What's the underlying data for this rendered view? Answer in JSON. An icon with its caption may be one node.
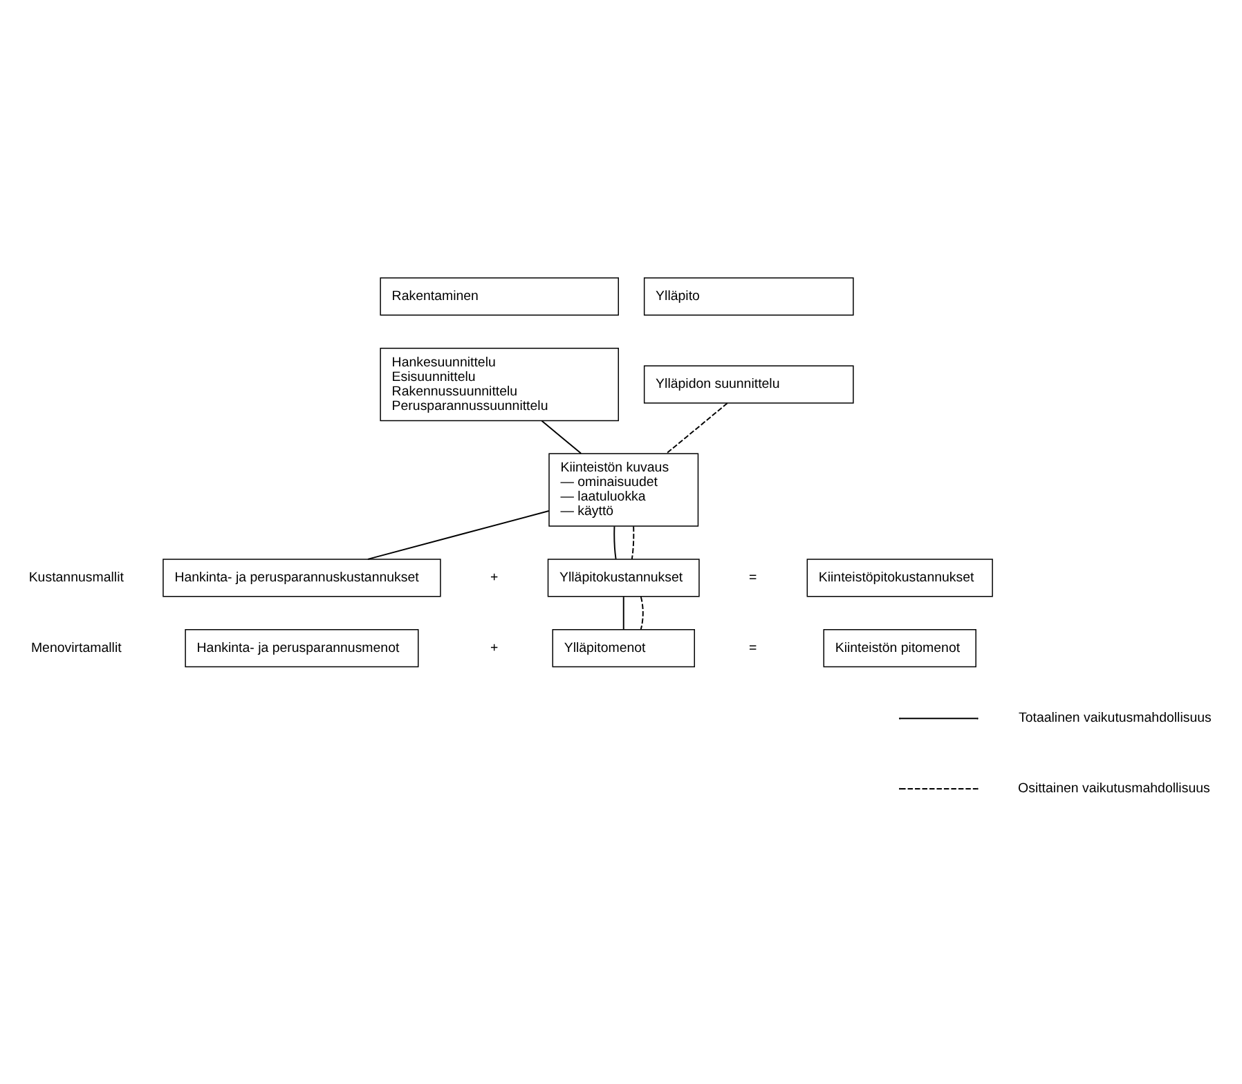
{
  "diagram": {
    "nodes": [
      {
        "text": [
          "Rakentaminen"
        ]
      },
      {
        "text": [
          "Ylläpito"
        ]
      },
      {
        "text": [
          "Hankesuunnittelu",
          "Esisuunnittelu",
          "Rakennussuunnittelu",
          "Perusparannussuunnittelu"
        ]
      },
      {
        "text": [
          "Ylläpidon suunnittelu"
        ]
      },
      {
        "text": [
          "Kiinteistön kuvaus",
          "— ominaisuudet",
          "— laatuluokka",
          "— käyttö"
        ]
      },
      {
        "text": [
          "Hankinta- ja perusparannuskustannukset"
        ]
      },
      {
        "text": [
          "Ylläpitokustannukset"
        ]
      },
      {
        "text": [
          "Kiinteistöpitokustannukset"
        ]
      },
      {
        "text": [
          "Hankinta- ja perusparannusmenot"
        ]
      },
      {
        "text": [
          "Ylläpitomenot"
        ]
      },
      {
        "text": [
          "Kiinteistön pitomenot"
        ]
      }
    ],
    "edges": [
      {
        "from": 2,
        "to": 4,
        "arrow": "none"
      },
      {
        "from": 3,
        "to": 4,
        "arrow": "none",
        "style": "dashed"
      },
      {
        "from": 4,
        "to": 5,
        "arrow": "none"
      },
      {
        "from": 4,
        "to": 6,
        "arrow": "none"
      },
      {
        "from": 4,
        "to": 6,
        "arrow": "none",
        "style": "dashed"
      },
      {
        "from": 6,
        "to": 9,
        "arrow": "none"
      },
      {
        "from": 6,
        "to": 9,
        "arrow": "none",
        "style": "dashed"
      }
    ],
    "labels": [
      "Kustannusmallit",
      "+",
      "=",
      "Menovirtamallit",
      "+",
      "="
    ],
    "legend": [
      {
        "text": "Totaalinen vaikutusmahdollisuus"
      },
      {
        "text": "Osittainen vaikutusmahdollisuus"
      }
    ]
  }
}
